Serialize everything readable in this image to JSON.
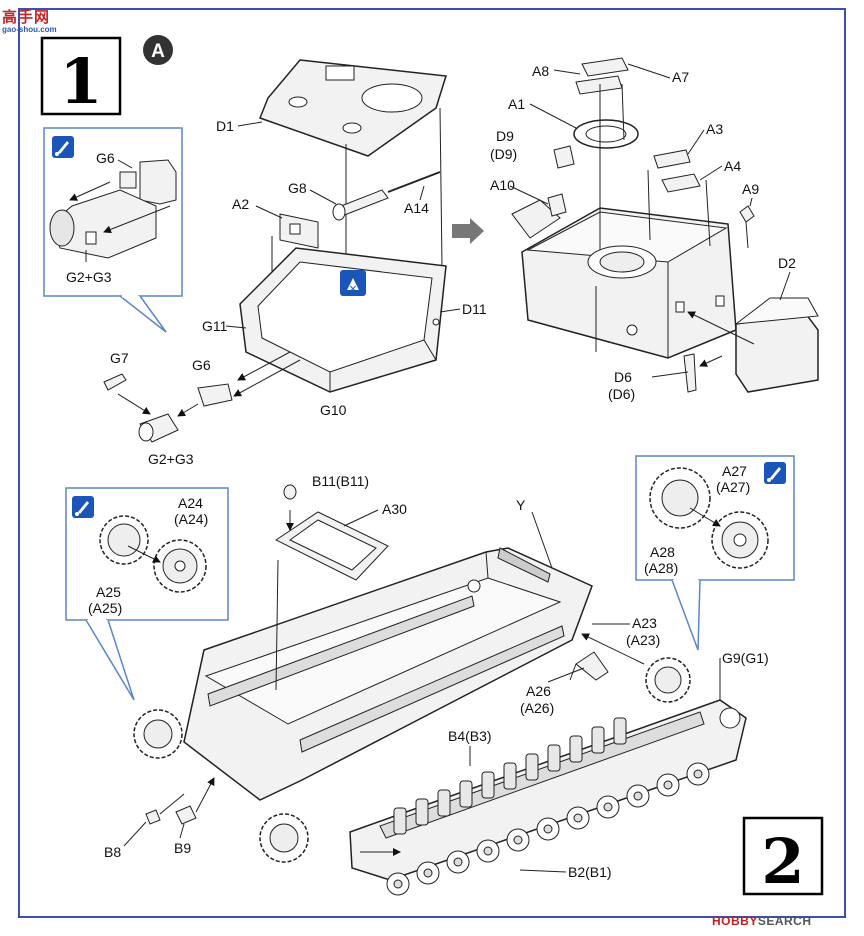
{
  "watermark_top": {
    "text": "高手网",
    "sub": "gao-shou.com"
  },
  "watermark_bottom": {
    "brand": "HOBBY",
    "rest": "SEARCH"
  },
  "steps": {
    "one": "1",
    "two": "2"
  },
  "section_badge": "A",
  "labels": {
    "D1": "D1",
    "G6a": "G6",
    "G8": "G8",
    "A2": "A2",
    "A14": "A14",
    "G2G3a": "G2+G3",
    "G11": "G11",
    "D11": "D11",
    "G7": "G7",
    "G6b": "G6",
    "G10": "G10",
    "G2G3b": "G2+G3",
    "A8": "A8",
    "A7": "A7",
    "A1": "A1",
    "A3": "A3",
    "D9": "D9",
    "D9p": "(D9)",
    "A10": "A10",
    "A4": "A4",
    "A9": "A9",
    "D2": "D2",
    "D6": "D6",
    "D6p": "(D6)",
    "B11": "B11(B11)",
    "A30": "A30",
    "Y": "Y",
    "A24": "A24",
    "A24p": "(A24)",
    "A25": "A25",
    "A25p": "(A25)",
    "A27": "A27",
    "A27p": "(A27)",
    "A28": "A28",
    "A28p": "(A28)",
    "A23": "A23",
    "A23p": "(A23)",
    "G9": "G9(G1)",
    "A26": "A26",
    "A26p": "(A26)",
    "B4": "B4(B3)",
    "B8": "B8",
    "B9": "B9",
    "B2": "B2(B1)"
  },
  "colors": {
    "frame": "#3a4fb0",
    "callout": "#5b86c9",
    "icon": "#1a56b8",
    "line": "#222222",
    "part": "#f2f2f2"
  }
}
